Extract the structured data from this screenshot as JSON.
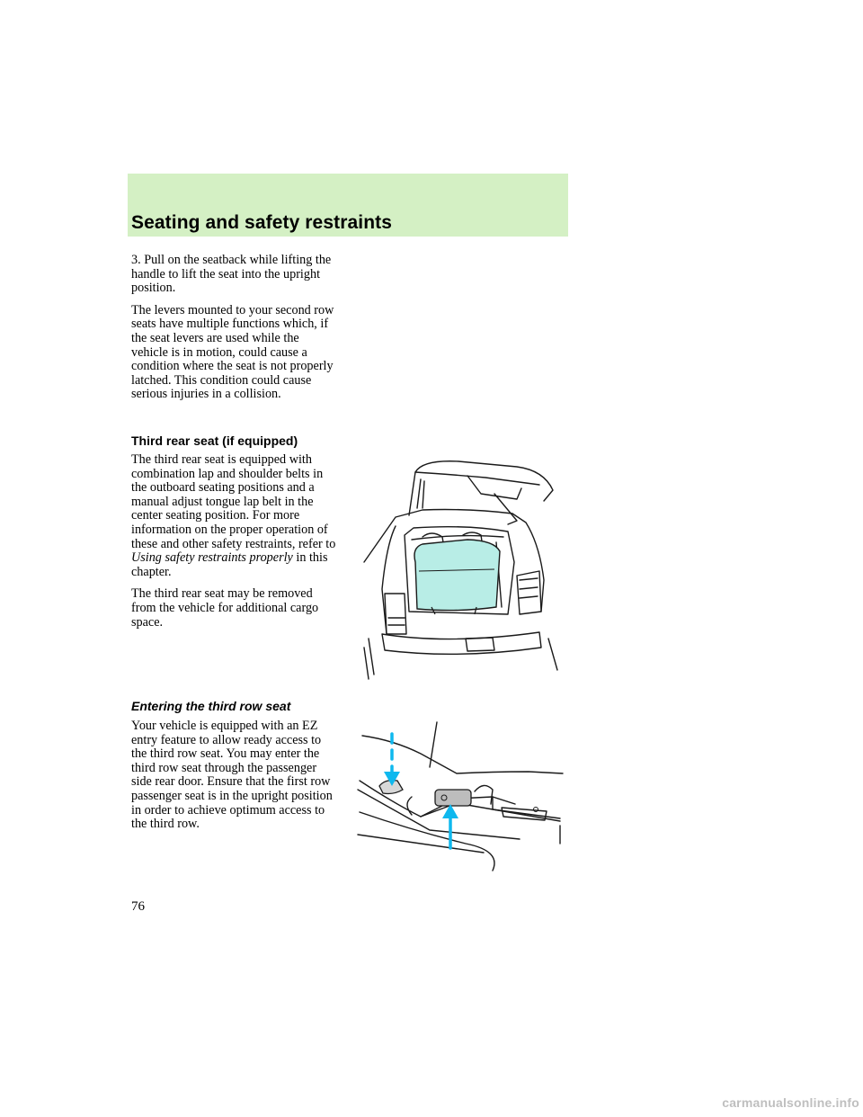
{
  "header": {
    "title": "Seating and safety restraints"
  },
  "section1": {
    "paragraphs": [
      "3. Pull on the seatback while lifting the handle to lift the seat into the upright position.",
      "The levers mounted to your second row seats have multiple functions which, if the seat levers are used while the vehicle is in motion, could cause a condition where the seat is not properly latched. This condition could cause serious injuries in a collision."
    ]
  },
  "section2": {
    "heading": "Third rear seat (if equipped)",
    "paragraph1_before": "The third rear seat is equipped with combination lap and shoulder belts in the outboard seating positions and a manual adjust tongue lap belt in the center seating position. For more information on the proper operation of these and other safety restraints, refer to ",
    "paragraph1_italic": "Using safety restraints properly",
    "paragraph1_after": " in this chapter.",
    "paragraph2": "The third rear seat may be removed from the vehicle for additional cargo space."
  },
  "section3": {
    "heading": "Entering the third row seat",
    "paragraph": "Your vehicle is equipped with an EZ entry feature to allow ready access to the third row seat. You may enter the third row seat through the passenger side rear door. Ensure that the first row passenger seat is in the upright position in order to achieve optimum access to the third row."
  },
  "page_number": "76",
  "footer": {
    "watermark": "carmanualsonline.info"
  },
  "colors": {
    "header_band": "#d4f0c4",
    "seat_highlight": "#b8ede6",
    "arrow": "#0fb8ee"
  },
  "illustrations": {
    "vehicle_rear": "third-row-seat-illustration",
    "seat_lever": "ez-entry-lever-illustration"
  }
}
